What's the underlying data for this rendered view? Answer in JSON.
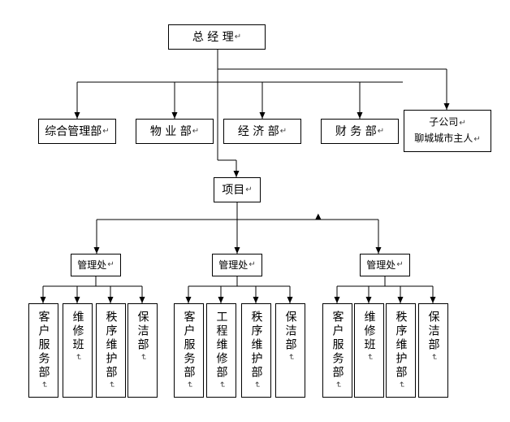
{
  "return_mark": "↵",
  "top": {
    "label": "总 经 理"
  },
  "departments": [
    {
      "label": "综合管理部"
    },
    {
      "label": "物 业 部"
    },
    {
      "label": "经 济 部"
    },
    {
      "label": "财 务 部"
    }
  ],
  "subsidiary": {
    "label_line1": "子公司",
    "label_line2": "聊城城市主人"
  },
  "project": {
    "label": "项目"
  },
  "offices": [
    {
      "label": "管理处",
      "units": [
        "客户服务部",
        "维修班",
        "秩序维护部",
        "保洁部"
      ]
    },
    {
      "label": "管理处",
      "units": [
        "客户服务部",
        "工程维修部",
        "秩序维护部",
        "保洁部"
      ]
    },
    {
      "label": "管理处",
      "units": [
        "客户服务部",
        "维修班",
        "秩序维护部",
        "保洁部"
      ]
    }
  ]
}
